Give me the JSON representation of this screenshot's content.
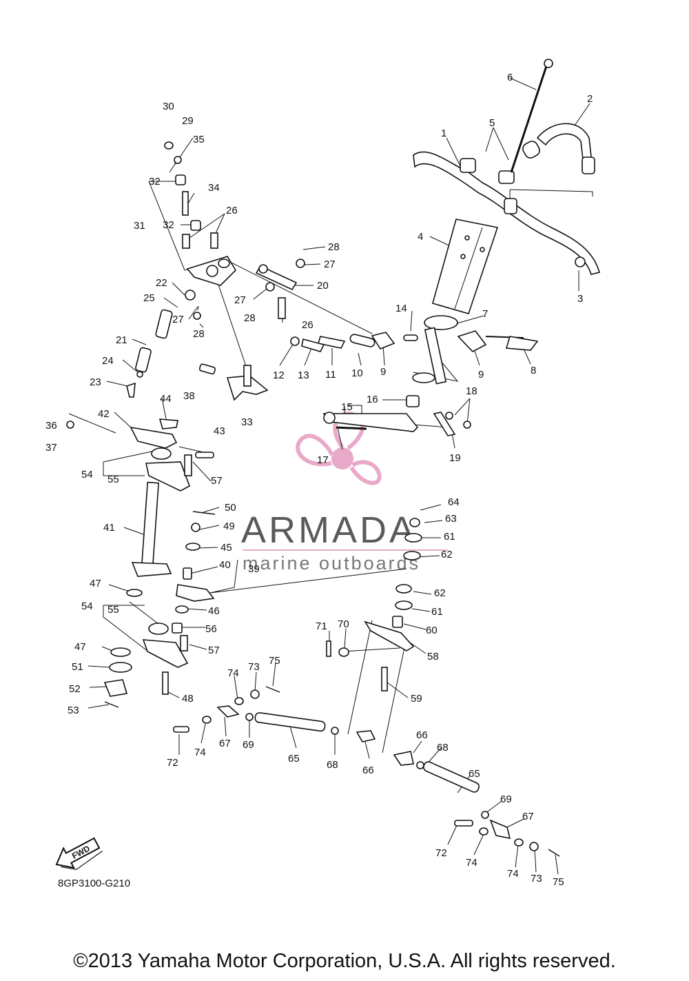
{
  "diagram_code": "8GP3100-G210",
  "copyright": "©2013 Yamaha Motor Corporation, U.S.A. All rights reserved.",
  "fwd_label": "FWD",
  "watermark": {
    "brand": "ARMADA",
    "tagline": "marine outboards",
    "accent_color": "#e9a9c9"
  },
  "callouts": [
    "1",
    "2",
    "3",
    "4",
    "5",
    "6",
    "7",
    "8",
    "9",
    "9",
    "10",
    "11",
    "12",
    "13",
    "14",
    "15",
    "16",
    "17",
    "18",
    "19",
    "20",
    "21",
    "22",
    "23",
    "24",
    "25",
    "26",
    "26",
    "27",
    "27",
    "27",
    "28",
    "28",
    "28",
    "29",
    "30",
    "31",
    "32",
    "32",
    "33",
    "34",
    "35",
    "36",
    "37",
    "38",
    "39",
    "40",
    "41",
    "42",
    "43",
    "44",
    "45",
    "46",
    "47",
    "47",
    "48",
    "49",
    "50",
    "51",
    "52",
    "53",
    "54",
    "54",
    "55",
    "55",
    "56",
    "57",
    "57",
    "58",
    "59",
    "60",
    "61",
    "61",
    "62",
    "62",
    "63",
    "64",
    "65",
    "65",
    "66",
    "66",
    "67",
    "67",
    "68",
    "68",
    "69",
    "69",
    "70",
    "71",
    "72",
    "72",
    "73",
    "73",
    "74",
    "74",
    "74",
    "74",
    "75",
    "75"
  ]
}
